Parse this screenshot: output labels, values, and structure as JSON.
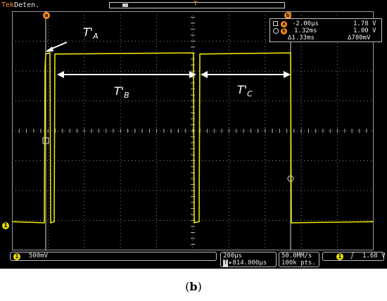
{
  "status": {
    "trigger_label": "Tek",
    "acq_state": "Deten."
  },
  "markers": {
    "trigger_position": "T",
    "cursor_a": "a",
    "cursor_b": "b",
    "channel": "1"
  },
  "cursor_readout": {
    "a": {
      "time": "-2.00µs",
      "volt": "1.78 V"
    },
    "b": {
      "time": "1.32ms",
      "volt": "1.00 V"
    },
    "delta": {
      "time": "∆1.33ms",
      "volt": "∆780mV"
    }
  },
  "annotations": {
    "a": {
      "main": "T'",
      "sub": "A"
    },
    "b": {
      "main": "T'",
      "sub": "B"
    },
    "c": {
      "main": "T'",
      "sub": "C"
    }
  },
  "bottom": {
    "ch1_scale": "500mV",
    "timebase": "200µs",
    "delay_prefix": "T",
    "delay_value": "▸814.000µs",
    "sample_rate": "50.0MM/s",
    "record_length": "100k pts.",
    "trigger_source": "1",
    "trigger_slope": "ʃ",
    "trigger_level": "1.68 V"
  },
  "caption": {
    "open": "(",
    "letter": "b",
    "close": ")"
  },
  "colors": {
    "trace": "#e8e000",
    "cursor": "#ff8c1a",
    "grid": "#9a9a9a",
    "background": "#000000"
  }
}
